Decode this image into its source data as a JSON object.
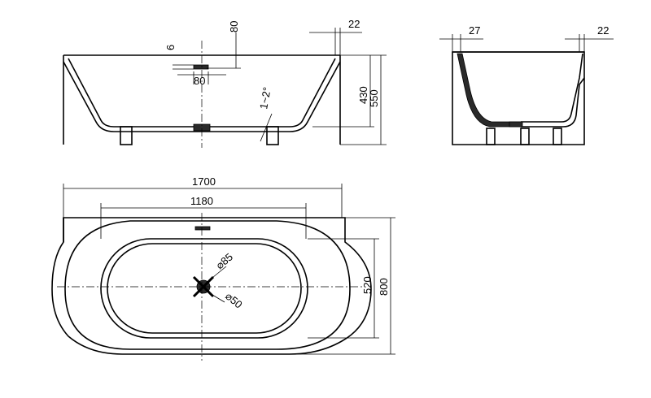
{
  "views": {
    "front": {
      "dims": {
        "top_gap": "22",
        "overflow_h": "80",
        "overflow_w": "80",
        "overflow_t": "6",
        "height_inner": "430",
        "height_total": "550",
        "slope": "1~2°"
      }
    },
    "side": {
      "dims": {
        "left_rim": "27",
        "right_rim": "22"
      }
    },
    "plan": {
      "dims": {
        "length": "1700",
        "inner_length": "1180",
        "inner_width": "520",
        "width": "800",
        "drain_outer": "⌀85",
        "drain_inner": "⌀50"
      }
    }
  }
}
